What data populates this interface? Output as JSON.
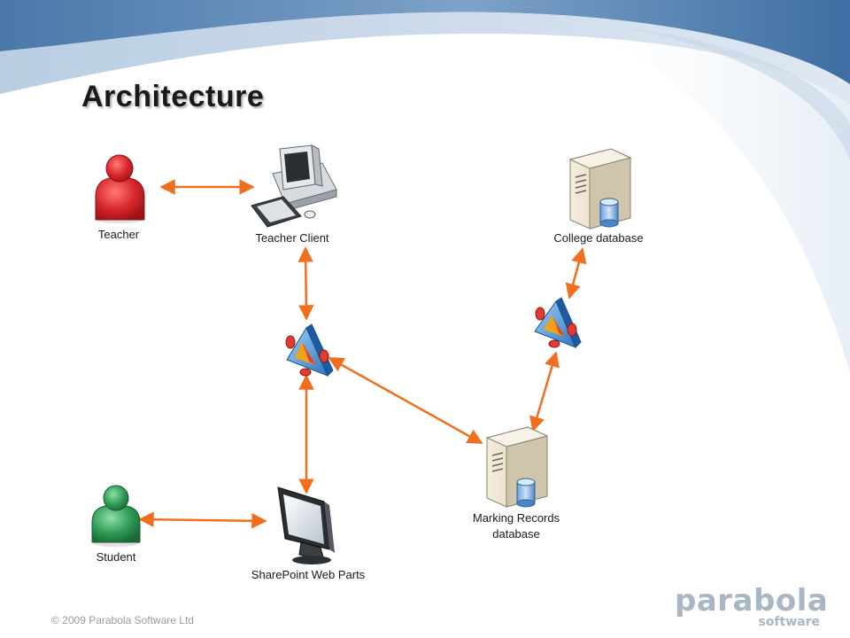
{
  "slide": {
    "title": "Architecture",
    "footer": "© 2009 Parabola Software Ltd"
  },
  "logo": {
    "main": "parabola",
    "sub": "software"
  },
  "nodes": {
    "teacher": {
      "label": "Teacher",
      "icon": "user-icon",
      "color": "#d8262b"
    },
    "teacher_client": {
      "label": "Teacher Client",
      "icon": "desktop-computer-icon"
    },
    "college_database": {
      "label": "College database",
      "icon": "database-server-icon"
    },
    "service_left": {
      "icon": "service-component-icon"
    },
    "service_right": {
      "icon": "service-component-icon"
    },
    "marking_records_database": {
      "label_line1": "Marking Records",
      "label_line2": "database",
      "icon": "database-server-icon"
    },
    "student": {
      "label": "Student",
      "icon": "user-icon",
      "color": "#2e9a55"
    },
    "sharepoint_web_parts": {
      "label": "SharePoint Web Parts",
      "icon": "lcd-monitor-icon"
    }
  },
  "connectors": [
    {
      "from": "Teacher",
      "to": "Teacher Client"
    },
    {
      "from": "Teacher Client",
      "to": "service_left"
    },
    {
      "from": "service_left",
      "to": "SharePoint Web Parts"
    },
    {
      "from": "service_left",
      "to": "Marking Records database"
    },
    {
      "from": "College database",
      "to": "service_right"
    },
    {
      "from": "service_right",
      "to": "Marking Records database"
    },
    {
      "from": "Student",
      "to": "SharePoint Web Parts"
    }
  ],
  "colors": {
    "connector": "#ef6f1e",
    "band_dark": "#3f6ea2",
    "band_light": "#9db9d6",
    "logo": "#a9b6c4"
  }
}
